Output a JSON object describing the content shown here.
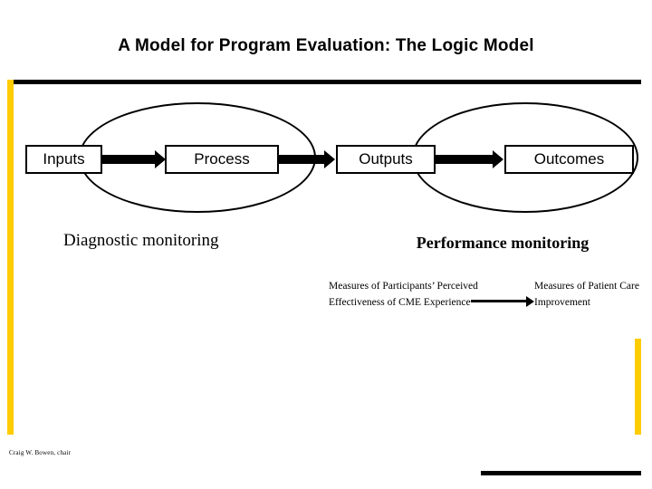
{
  "slide": {
    "title": "A Model for Program Evaluation: The Logic Model",
    "footer_credit": "Craig W. Bowen, chair",
    "accent_color": "#ffcc00",
    "line_color": "#000000",
    "background": "#ffffff"
  },
  "diagram": {
    "nodes": [
      {
        "id": "inputs",
        "label": "Inputs"
      },
      {
        "id": "process",
        "label": "Process"
      },
      {
        "id": "outputs",
        "label": "Outputs"
      },
      {
        "id": "outcomes",
        "label": "Outcomes"
      }
    ],
    "groups": [
      {
        "id": "left-group",
        "label": "Diagnostic monitoring"
      },
      {
        "id": "right-group",
        "label": "Performance monitoring"
      }
    ],
    "measures": [
      {
        "id": "measure-participants",
        "text": "Measures of Participants’ Perceived Effectiveness of CME Experience"
      },
      {
        "id": "measure-patient-care",
        "text": "Measures of Patient Care Improvement"
      }
    ]
  }
}
